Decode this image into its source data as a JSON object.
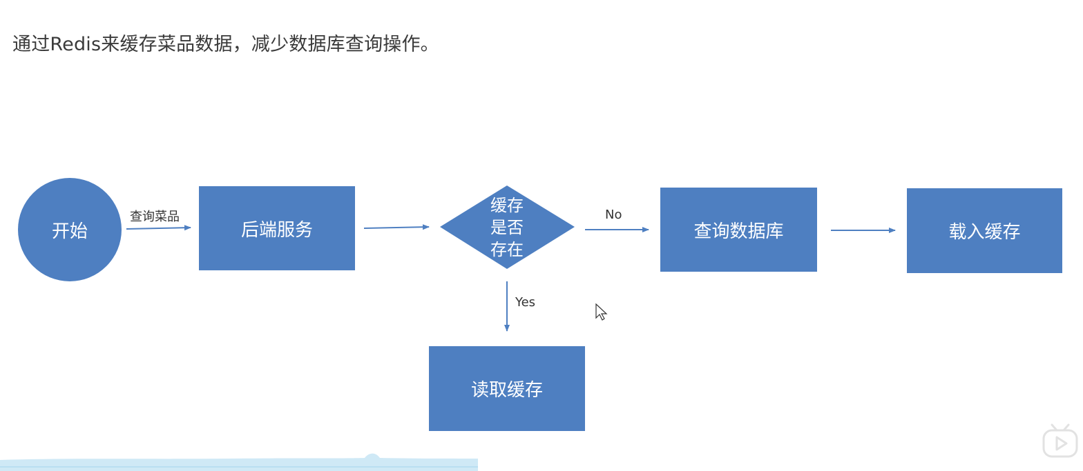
{
  "title": "通过Redis来缓存菜品数据，减少数据库查询操作。",
  "flow": {
    "start": "开始",
    "query_label": "查询菜品",
    "backend": "后端服务",
    "decision": "缓存\n是否\n存在",
    "no_label": "No",
    "yes_label": "Yes",
    "query_db": "查询数据库",
    "load_cache": "载入缓存",
    "read_cache": "读取缓存"
  },
  "colors": {
    "node": "#4e7fc1",
    "arrow": "#4e7fc1"
  },
  "icons": {
    "cursor": "mouse-cursor-icon",
    "player": "video-play-icon"
  }
}
